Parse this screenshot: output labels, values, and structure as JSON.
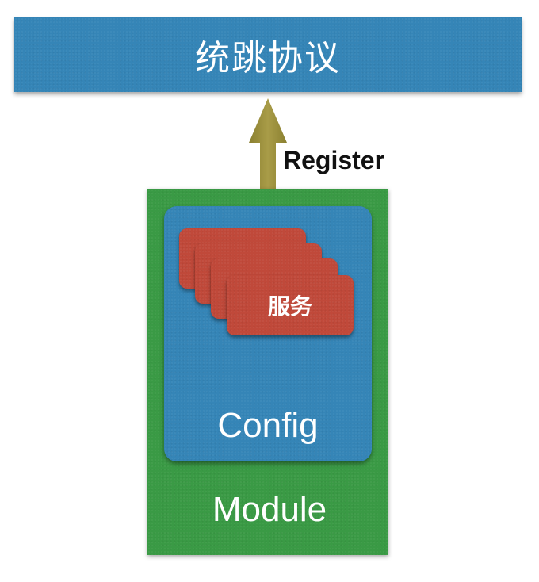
{
  "protocol": {
    "label": "统跳协议"
  },
  "arrow": {
    "label": "Register"
  },
  "module": {
    "label": "Module"
  },
  "config": {
    "label": "Config"
  },
  "service": {
    "label": "服务"
  },
  "colors": {
    "blue": "#3585b7",
    "green": "#3a9a45",
    "red": "#c0493a",
    "arrow": "#9a8f3c"
  }
}
